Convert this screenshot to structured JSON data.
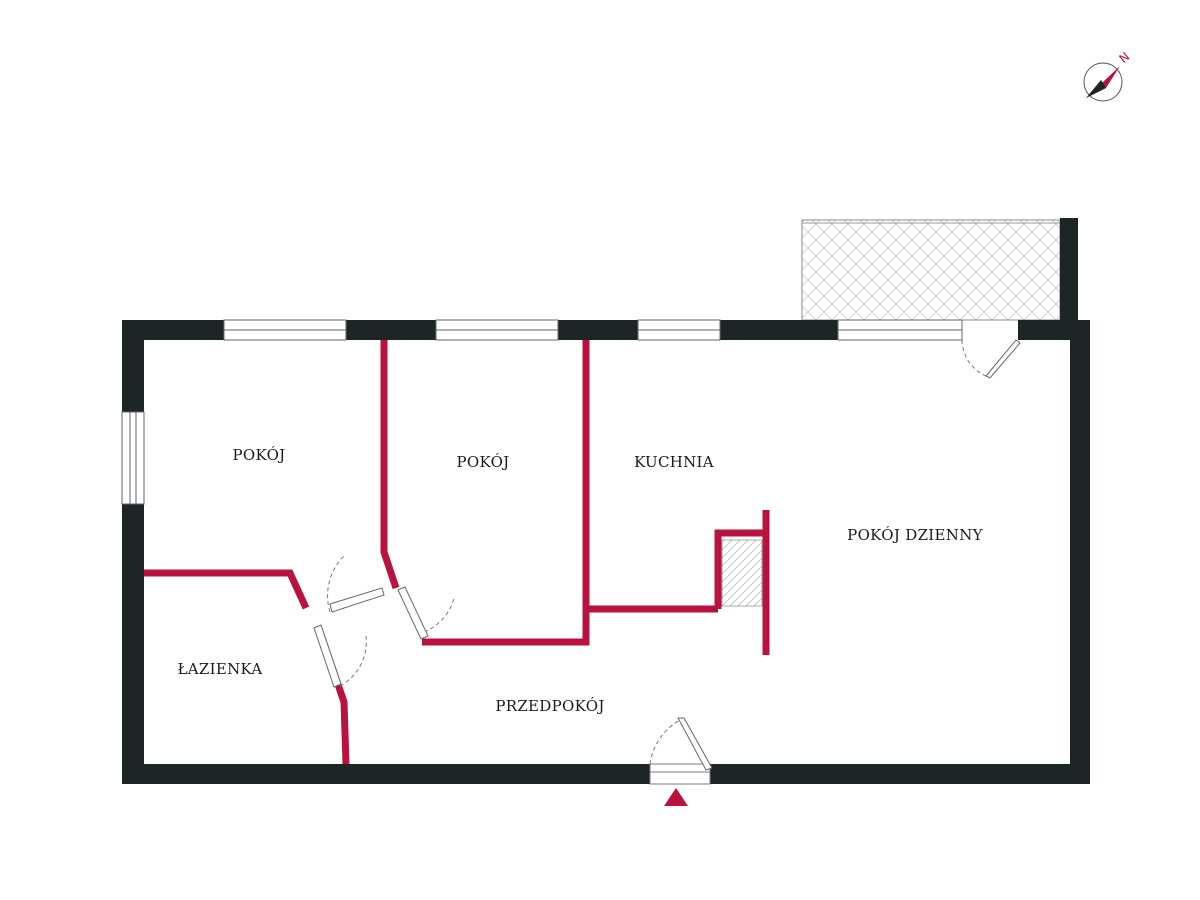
{
  "colors": {
    "outer_wall": "#1e2526",
    "inner_wall": "#b8123e",
    "window_line": "#666666",
    "door_swing": "#777777",
    "balcony_hatch": "#c9c9c9",
    "entrance_marker": "#b8123e"
  },
  "compass": {
    "north_label": "N",
    "icon": "compass-icon"
  },
  "rooms": {
    "room_1": "POKÓJ",
    "room_2": "POKÓJ",
    "kitchen": "KUCHNIA",
    "living_room": "POKÓJ DZIENNY",
    "bathroom": "ŁAZIENKA",
    "hallway": "PRZEDPOKÓJ"
  },
  "entrance": {
    "icon": "entrance-arrow-icon"
  }
}
